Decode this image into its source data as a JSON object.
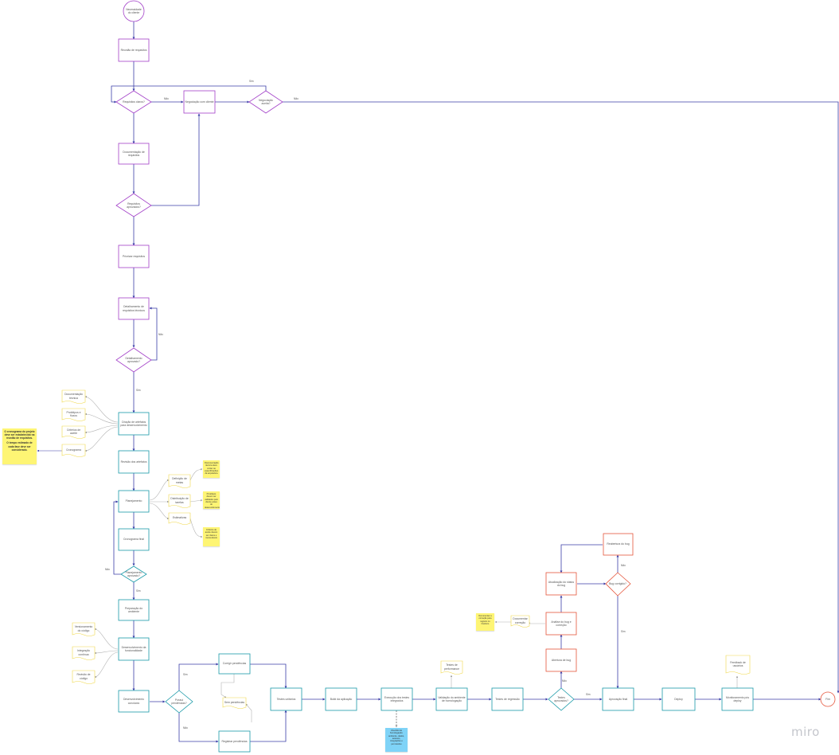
{
  "colors": {
    "purple": "#a23fc8",
    "teal": "#1a9aa8",
    "red": "#e5553b",
    "yellow": "#f7e96b",
    "blue_edge": "#3b3ea8",
    "gray_edge": "#b3b3b3"
  },
  "watermark": "miro",
  "nodes": {
    "start": "Necessidade do cliente",
    "n1": "Reunião de requisitos",
    "d1": "Requisitos claros?",
    "n2": "Negociação com cliente",
    "d2": "Negociação aceita?",
    "n3": "Documentação de requisitos",
    "d3": "Requisitos aprovados?",
    "n4": "Priorizar requisitos",
    "n5": "Detalhamento de requisitos técnicos",
    "d4": "Detalhamento aprovado?",
    "p1": "Criação de artefatos para desenvolvimento",
    "s1": "Documentação técnica",
    "s2": "Protótipos e fluxos",
    "s3": "Critérios de aceite",
    "s4": "Cronograma",
    "n6": "Revisão dos artefatos",
    "n7": "Planejamento",
    "s5": "Definição de metas",
    "s6": "Distribuição de tarefas",
    "s7": "Estimativas",
    "n8": "Cronograma final",
    "d5": "Planejamento aprovado?",
    "n9": "Preparação do ambiente",
    "n10": "Desenvolvimento da funcionalidade",
    "s8": "Versionamento do código",
    "s9": "Integração contínua",
    "s10": "Revisão de código",
    "n11": "Desenvolvimento concluído",
    "d6": "Possui pendências?",
    "b1": "Corrigir pendências",
    "b2": "Registrar pendências",
    "b3": "Sem pendências",
    "n12": "Testes unitários",
    "n13": "Build da aplicação",
    "n14": "Execução dos testes integrados",
    "n15": "Validação do ambiente de homologação",
    "n15b": "Testes de performance",
    "n16": "Testes de regressão",
    "d7": "Testes aprovados?",
    "r1": "Abertura de bug",
    "r2": "Análise do bug e correção",
    "r3": "Documentar correção",
    "r4": "Atualização do status do bug",
    "d8": "Bug corrigido?",
    "r5": "Reabertura do bug",
    "n17": "Aprovação final",
    "n18": "Deploy",
    "n19": "Monitoramento pós deploy",
    "s11": "Feedback de usuários",
    "end": "Fim"
  },
  "edges": {
    "nao": "Não",
    "sim": "Sim"
  },
  "notes": {
    "cronograma": [
      "O cronograma do projeto deve ser estabelecido na reunião de requisitos.",
      "O tempo estimado de cada fase deve ser considerado."
    ],
    "doc": "Documentação técnica deve conter as especificações da arquitetura",
    "proto": "Protótipos devem ser validados pelo cliente antes do desenvolvimento",
    "crit": "Critérios de aceite devem ser claros e mensuráveis",
    "bug": "Documentar a correção para registro no histórico",
    "blue": "Checklist de homologação: ambiente, dados, acessos, integrações e permissões"
  }
}
